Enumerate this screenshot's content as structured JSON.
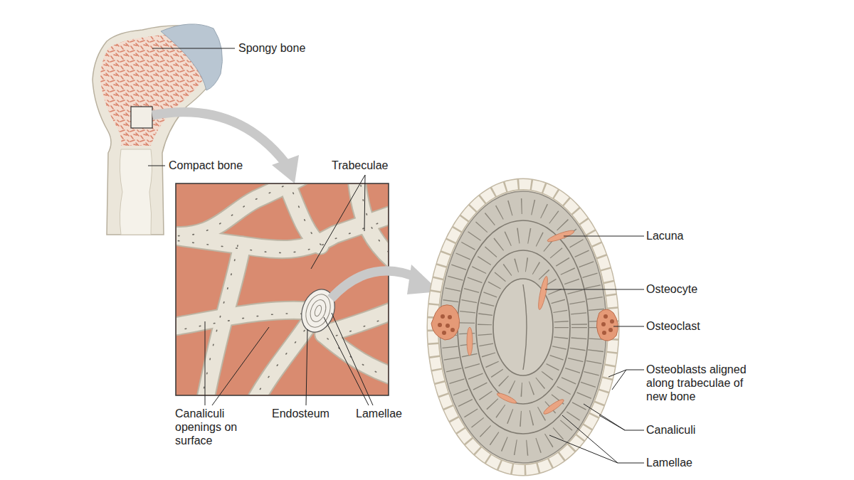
{
  "diagram": {
    "labels": [
      "Spongy bone",
      "Compact bone",
      "Trabeculae",
      "Canaliculi openings on surface",
      "Endosteum",
      "Lamellae",
      "Lacuna",
      "Osteocyte",
      "Osteoclast",
      "Osteoblasts aligned along trabeculae of new bone",
      "Canaliculi",
      "Lamellae"
    ]
  }
}
